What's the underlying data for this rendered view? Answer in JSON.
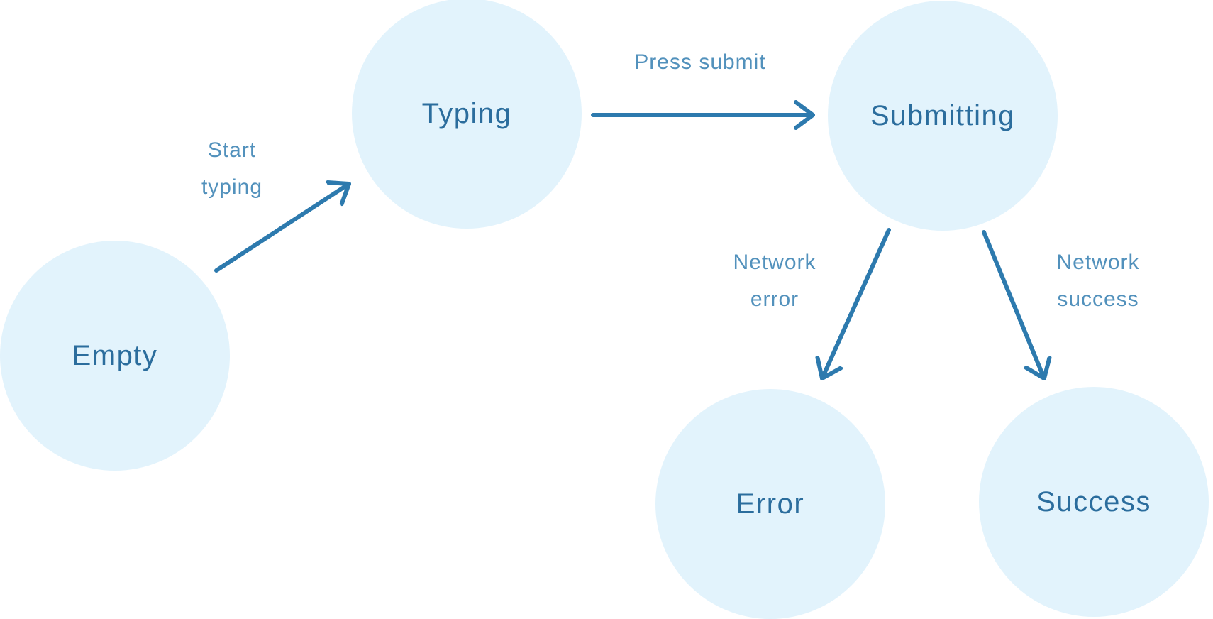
{
  "diagram": {
    "type": "state-machine",
    "nodes": [
      {
        "id": "empty",
        "label": "Empty"
      },
      {
        "id": "typing",
        "label": "Typing"
      },
      {
        "id": "submitting",
        "label": "Submitting"
      },
      {
        "id": "error",
        "label": "Error"
      },
      {
        "id": "success",
        "label": "Success"
      }
    ],
    "edges": [
      {
        "id": "empty-to-typing",
        "from": "empty",
        "to": "typing",
        "label": "Start typing"
      },
      {
        "id": "typing-to-submitting",
        "from": "typing",
        "to": "submitting",
        "label": "Press submit"
      },
      {
        "id": "submitting-to-error",
        "from": "submitting",
        "to": "error",
        "label": "Network error"
      },
      {
        "id": "submitting-to-success",
        "from": "submitting",
        "to": "success",
        "label": "Network success"
      }
    ],
    "colors": {
      "node_fill": "#e2f3fc",
      "node_text": "#2b6d9d",
      "arrow": "#2d7aae",
      "edge_label": "#2d7aae",
      "bg": "#ffffff"
    }
  }
}
